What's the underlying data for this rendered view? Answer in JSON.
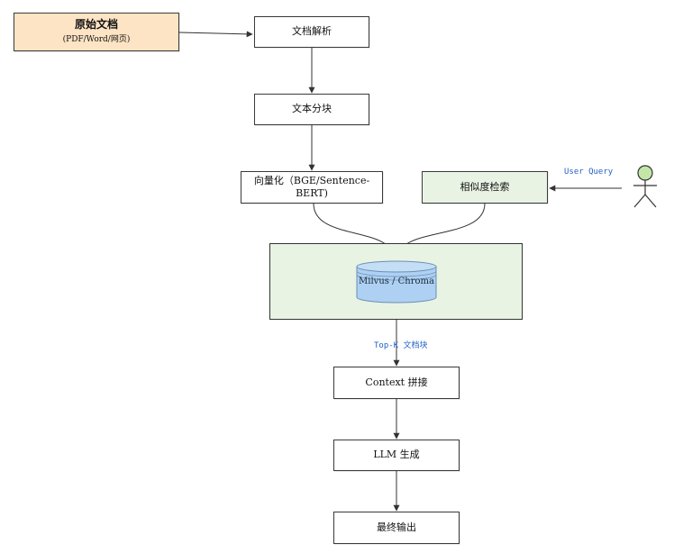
{
  "diagram": {
    "source": {
      "title": "原始文档",
      "subtitle": "(PDF/Word/网页)"
    },
    "parse": {
      "label": "文档解析"
    },
    "chunk": {
      "label": "文本分块"
    },
    "embed": {
      "label": "向量化（BGE/Sentence-BERT)"
    },
    "similarity": {
      "label": "相似度检索"
    },
    "vector_db": {
      "label": "Milvus / Chroma"
    },
    "context": {
      "label": "Context 拼接"
    },
    "llm": {
      "label": "LLM 生成"
    },
    "output": {
      "label": "最终输出"
    },
    "edge_labels": {
      "user_query": "User Query",
      "top_k": "Top-K 文档块"
    }
  },
  "colors": {
    "source_fill": "#fde4c4",
    "retrieval_fill": "#e9f3e4",
    "database_fill": "#aed0f2",
    "user_fill": "#c3e6a8",
    "annotation": "#2563c9",
    "stroke": "#333333"
  },
  "icons": {
    "user": "stick-figure-icon",
    "database": "cylinder-database-icon"
  }
}
